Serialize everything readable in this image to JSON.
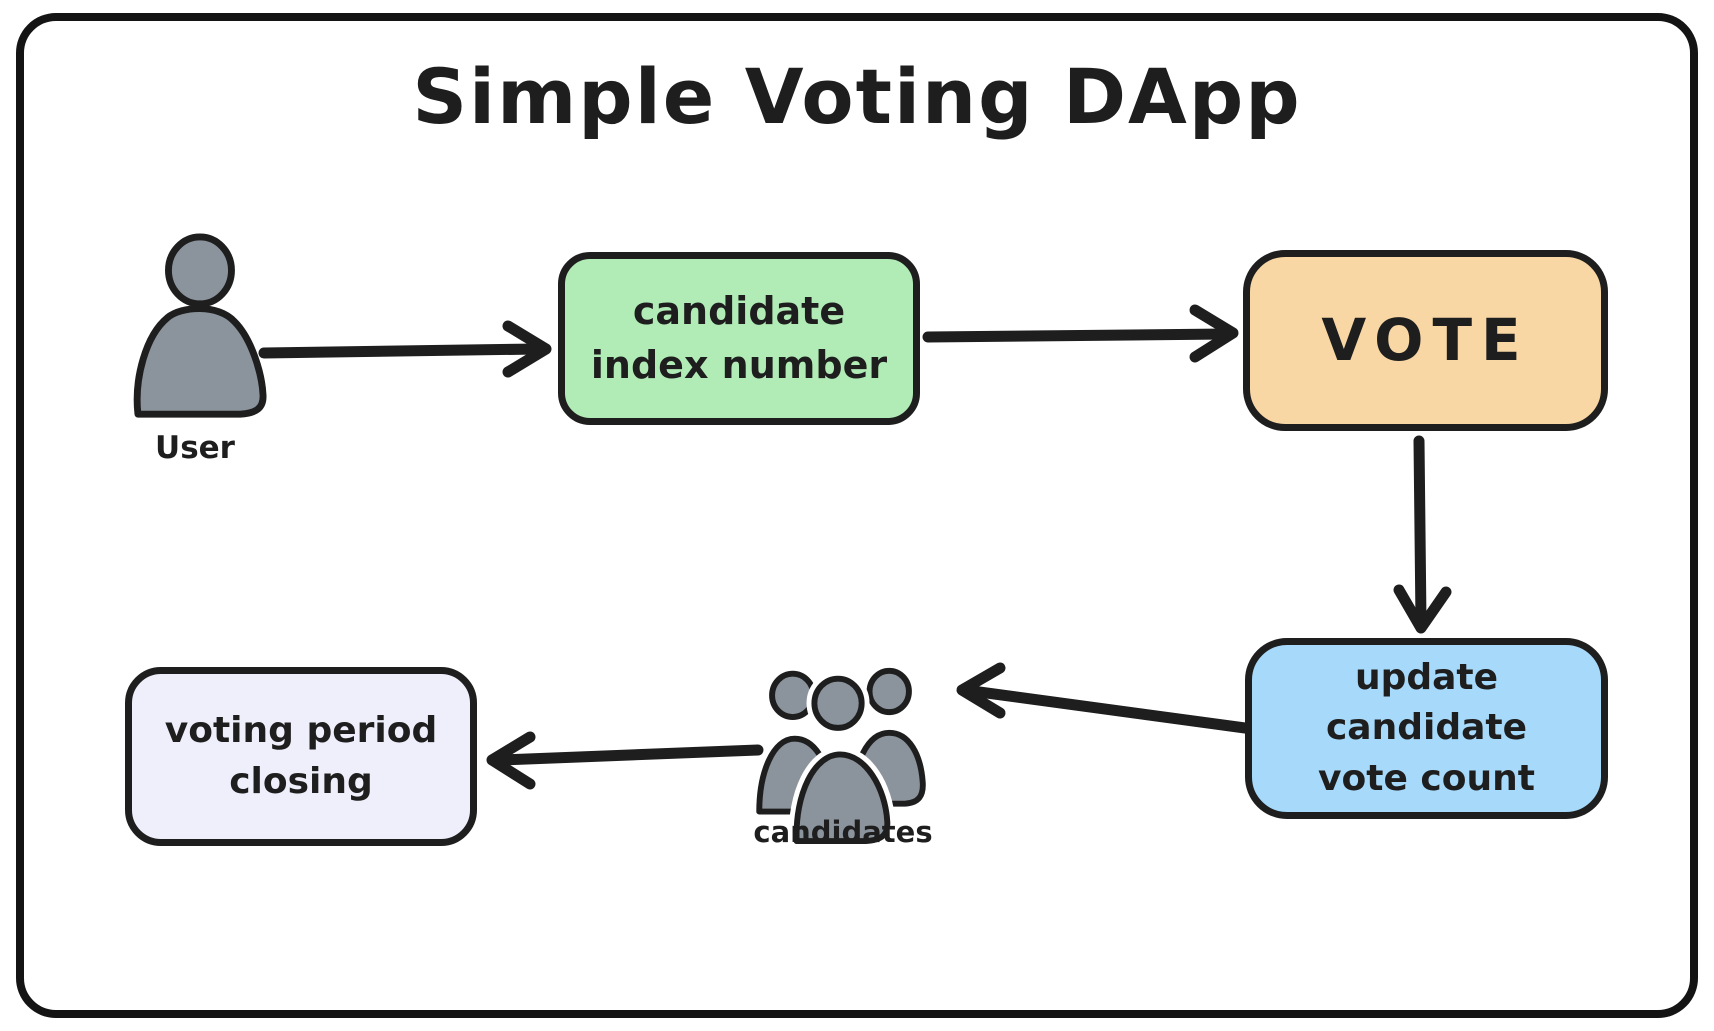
{
  "title": "Simple Voting DApp",
  "colors": {
    "stroke": "#1e1e1e",
    "frame": "#141414",
    "background": "#ffffff",
    "candidate_index_fill": "#b1ecb6",
    "vote_fill": "#f8d7a5",
    "update_count_fill": "#a6d9fa",
    "voting_period_fill": "#efeffc",
    "person_fill": "#8b949c"
  },
  "nodes": {
    "user": {
      "label": "User",
      "icon": "person-icon"
    },
    "candidateIndex": {
      "line1": "candidate",
      "line2": "index number"
    },
    "vote": {
      "label": "VOTE"
    },
    "updateCount": {
      "line1": "update candidate",
      "line2": "vote count"
    },
    "candidates": {
      "label": "candidates",
      "icon": "people-group-icon"
    },
    "votingPeriod": {
      "line1": "voting period",
      "line2": "closing"
    }
  }
}
